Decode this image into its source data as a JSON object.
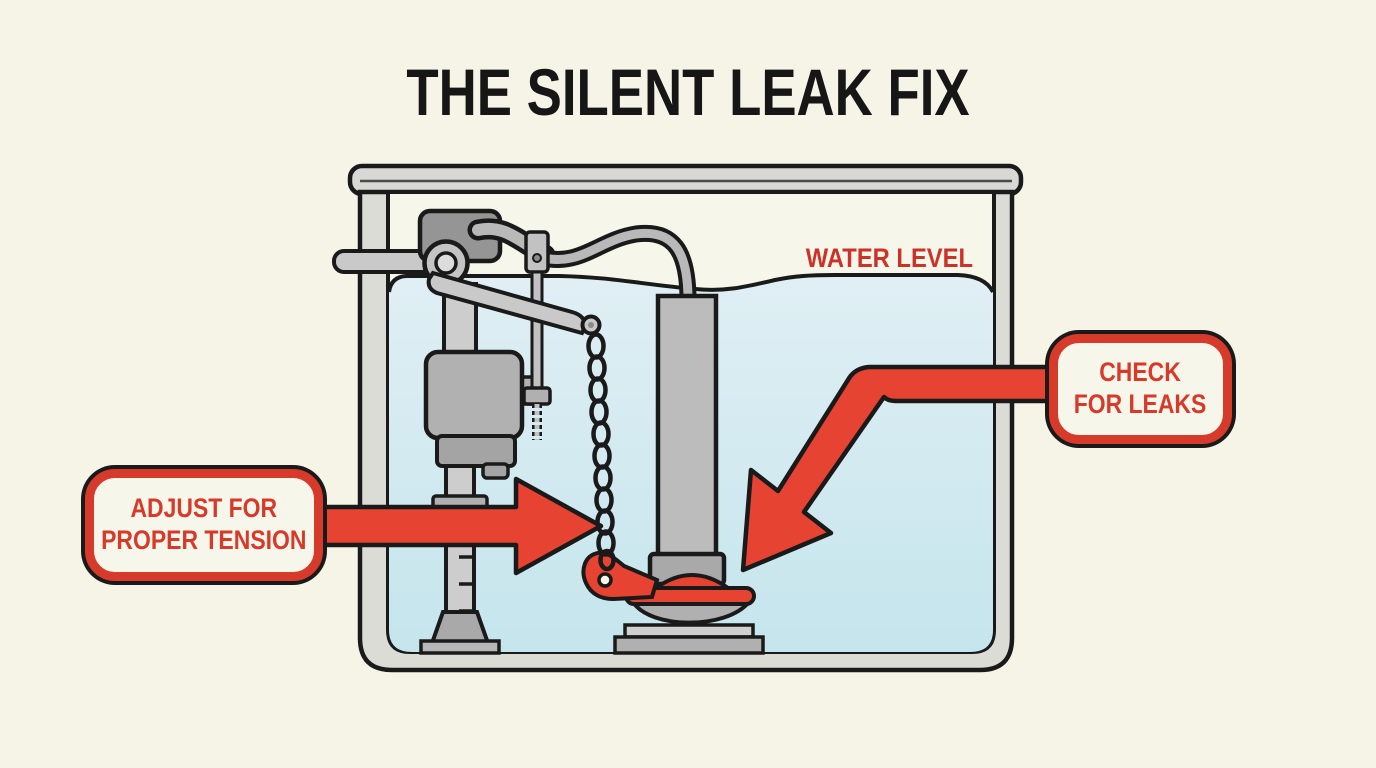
{
  "title": "THE SILENT LEAK FIX",
  "diagram": {
    "water_level_label": "WATER LEVEL",
    "callouts": {
      "adjust": {
        "line1": "ADJUST FOR",
        "line2": "PROPER TENSION"
      },
      "check": {
        "line1": "CHECK",
        "line2": "FOR LEAKS"
      }
    },
    "colors": {
      "background": "#f5f4e6",
      "tank_interior": "#f7f6ea",
      "water_blue_top": "#e0eff4",
      "water_blue_bottom": "#c5e5ed",
      "label_red": "#d63a2b",
      "arrow_red": "#e64332",
      "metal_gray": "#b3b3b3",
      "outline_black": "#1a1a1a"
    }
  }
}
